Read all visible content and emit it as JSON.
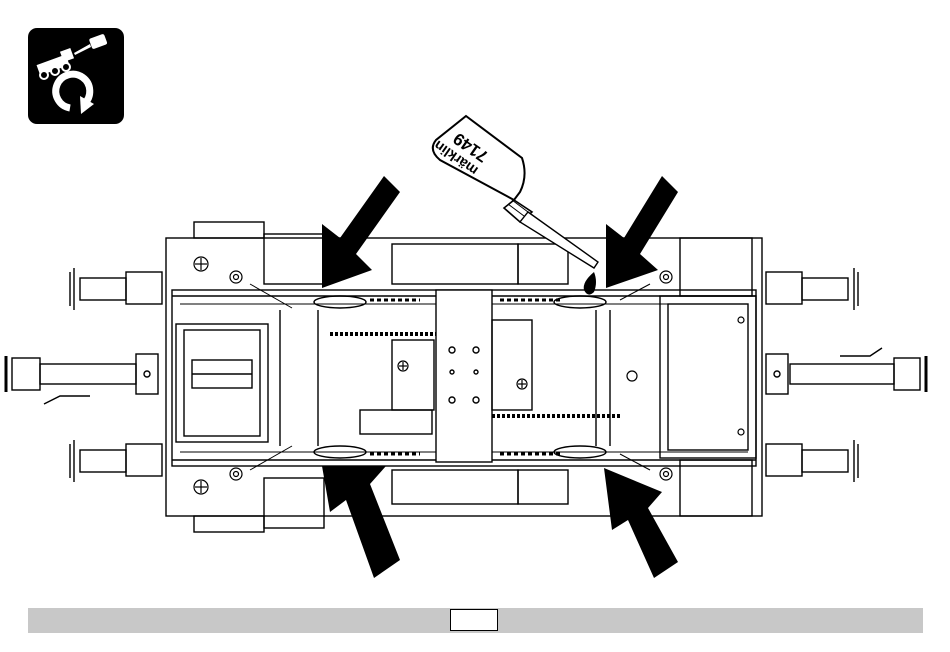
{
  "oil_bottle": {
    "brand": "märklin",
    "article_number": "7149"
  },
  "icon": {
    "name": "maintenance-lubrication-icon",
    "background_color": "#000000",
    "foreground_color": "#ffffff"
  },
  "callouts": {
    "arrow_color": "#000000",
    "count": 4
  },
  "footer": {
    "bar_color": "#c8c8c8",
    "page_number": ""
  }
}
